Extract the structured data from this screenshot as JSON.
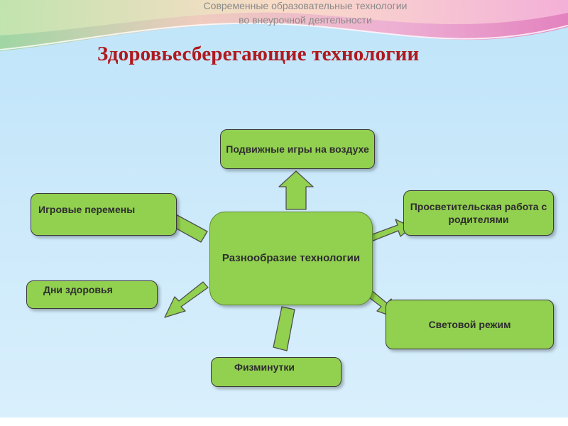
{
  "header": {
    "line1": "Современные образовательные технологии",
    "line2": "во внеурочной деятельности"
  },
  "title": "Здоровьесберегающие технологии",
  "diagram": {
    "center": "Разнообразие технологии",
    "nodes": {
      "top": "Подвижные игры на воздухе",
      "top_left": "Игровые перемены",
      "top_right": "Просветительская работа с родителями",
      "left": "Дни здоровья",
      "right": "Световой режим",
      "bottom": "Физминутки"
    }
  },
  "colors": {
    "node_fill": "#92d050",
    "title": "#b0191e",
    "background": "#cfe9fb"
  }
}
